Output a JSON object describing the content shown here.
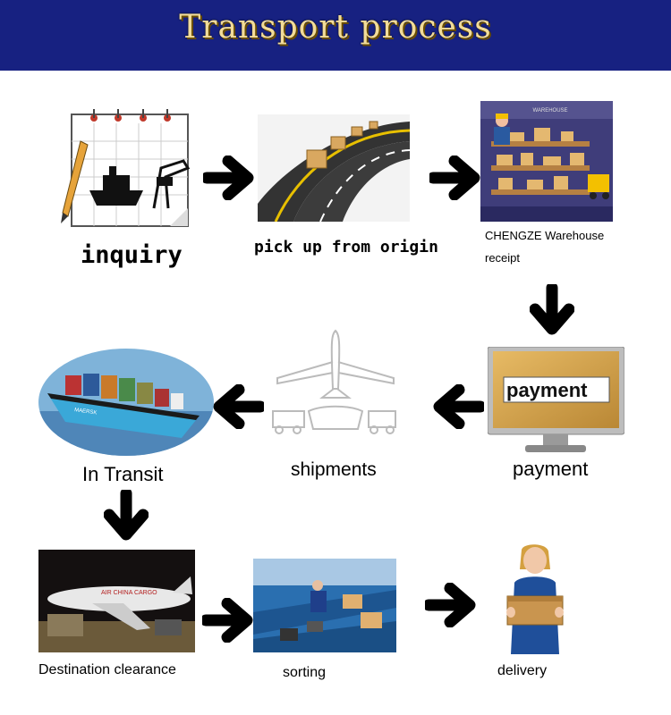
{
  "header": {
    "title": "Transport process"
  },
  "steps": {
    "inquiry": "inquiry",
    "pickup": "pick up from origin",
    "warehouse_line1": "CHENGZE Warehouse",
    "warehouse_line2": "receipt",
    "payment_screen": "payment",
    "payment": "payment",
    "shipments": "shipments",
    "in_transit": "In Transit",
    "clearance": "Destination clearance",
    "sorting": "sorting",
    "delivery": "delivery"
  },
  "images": {
    "warehouse_sign": "WAREHOUSE",
    "ship_name": "MAERSK",
    "plane_name": "AIR CHINA CARGO"
  },
  "colors": {
    "header_bg": "#172181",
    "title_text": "#f2dc9a",
    "arrow": "#000000"
  },
  "icons": {
    "arrow_right": "arrow-right-icon",
    "arrow_left": "arrow-left-icon",
    "arrow_down": "arrow-down-icon"
  }
}
